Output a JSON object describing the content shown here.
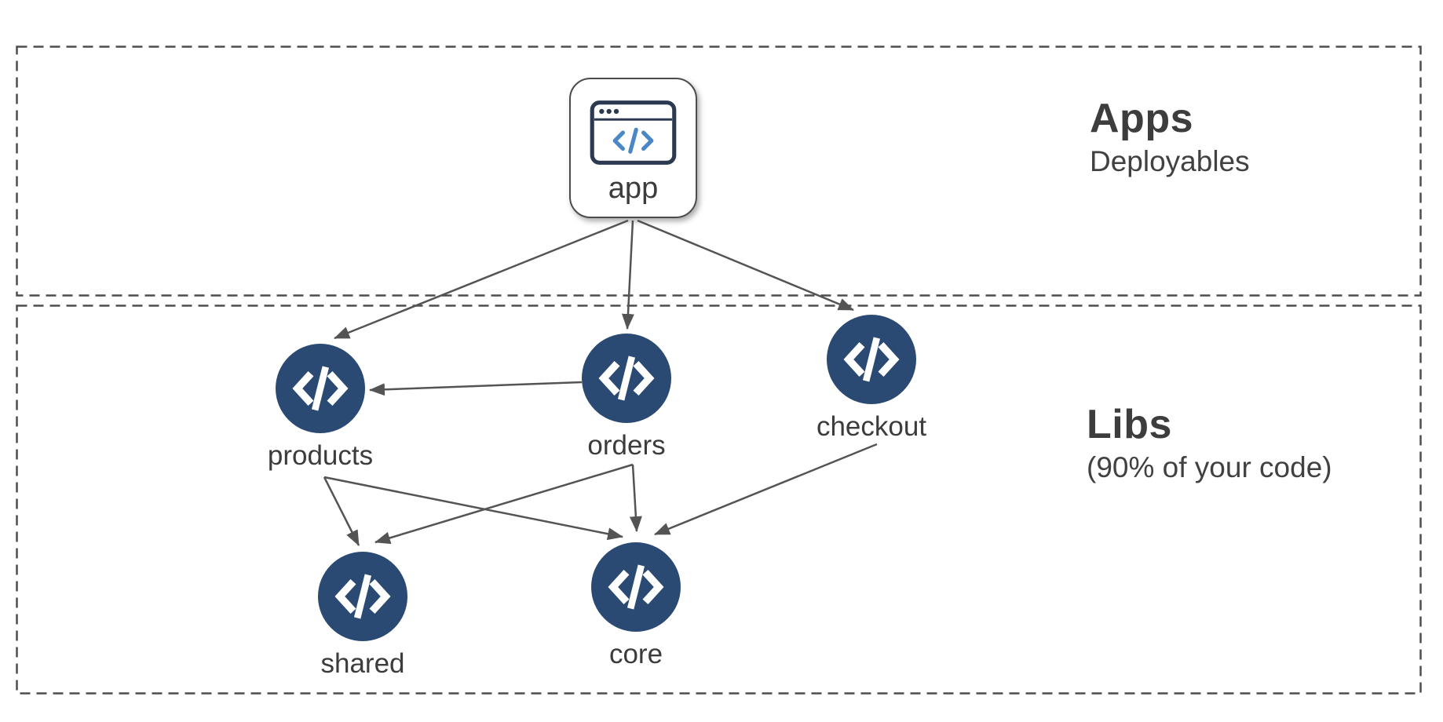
{
  "diagram": {
    "zones": {
      "apps": {
        "title": "Apps",
        "subtitle": "Deployables"
      },
      "libs": {
        "title": "Libs",
        "subtitle": "(90% of your code)"
      }
    },
    "app_node": {
      "id": "app",
      "label": "app",
      "icon": "browser-code-icon"
    },
    "lib_nodes": [
      {
        "id": "products",
        "label": "products",
        "icon": "code-icon"
      },
      {
        "id": "orders",
        "label": "orders",
        "icon": "code-icon"
      },
      {
        "id": "checkout",
        "label": "checkout",
        "icon": "code-icon"
      },
      {
        "id": "shared",
        "label": "shared",
        "icon": "code-icon"
      },
      {
        "id": "core",
        "label": "core",
        "icon": "code-icon"
      }
    ],
    "edges": [
      {
        "from": "app",
        "to": "products"
      },
      {
        "from": "app",
        "to": "orders"
      },
      {
        "from": "app",
        "to": "checkout"
      },
      {
        "from": "orders",
        "to": "products"
      },
      {
        "from": "products",
        "to": "shared"
      },
      {
        "from": "products",
        "to": "core"
      },
      {
        "from": "orders",
        "to": "shared"
      },
      {
        "from": "orders",
        "to": "core"
      },
      {
        "from": "checkout",
        "to": "core"
      }
    ],
    "colors": {
      "node_fill": "#2b4a73",
      "node_glyph": "#ffffff",
      "edge": "#545454",
      "zone_border": "#4d4d4d",
      "icon_blue": "#4a87c7",
      "icon_border": "#2b3a50",
      "text": "#3c3c3c",
      "background": "#ffffff"
    }
  }
}
